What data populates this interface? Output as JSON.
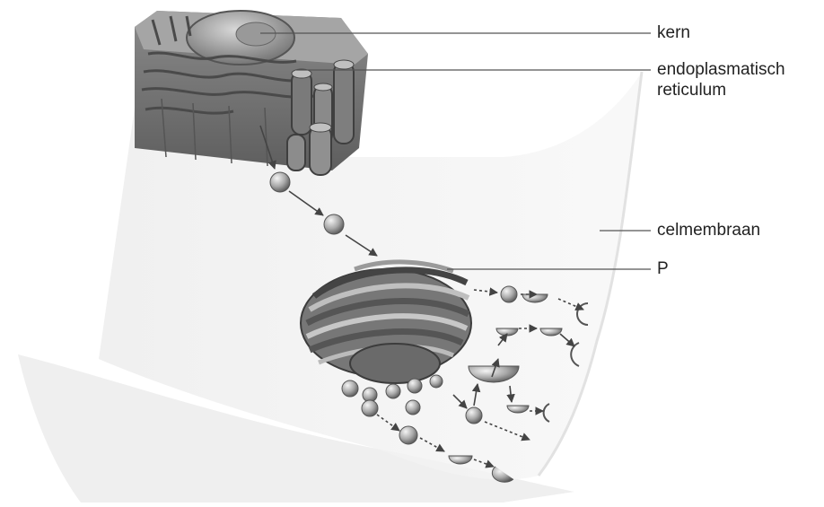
{
  "labels": {
    "kern": "kern",
    "er_line1": "endoplasmatisch",
    "er_line2": "reticulum",
    "celmembraan": "celmembraan",
    "p": "P"
  },
  "colors": {
    "ink": "#222222",
    "leader_line": "#555555",
    "organelle_dark": "#5a5a5a",
    "organelle_mid": "#8c8c8c",
    "organelle_light": "#c4c4c4",
    "cell_shading": "#e9e9e9"
  }
}
